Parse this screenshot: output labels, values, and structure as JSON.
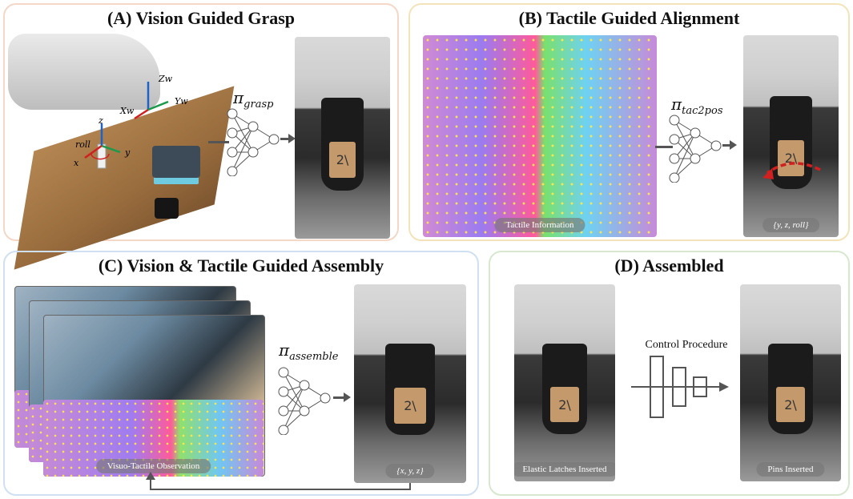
{
  "panels": {
    "a": {
      "title": "(A) Vision Guided Grasp",
      "border_color": "#f4d7c6"
    },
    "b": {
      "title": "(B) Tactile Guided Alignment",
      "border_color": "#f3e3b9"
    },
    "c": {
      "title": "(C) Vision & Tactile Guided Assembly",
      "border_color": "#cfe0f2"
    },
    "d": {
      "title": "(D) Assembled",
      "border_color": "#d7e8cf"
    }
  },
  "policies": {
    "grasp": {
      "symbol": "π",
      "subscript": "grasp"
    },
    "tac2pos": {
      "symbol": "π",
      "subscript": "tac2pos"
    },
    "assemble": {
      "symbol": "π",
      "subscript": "assemble"
    }
  },
  "captions": {
    "tactile_information": "Tactile Information",
    "yzroll": "{y, z, roll}",
    "visuo_tactile": "Visuo-Tactile Observation",
    "xyz": "{x, y, z}",
    "elastic": "Elastic Latches Inserted",
    "pins": "Pins Inserted"
  },
  "axes_labels": {
    "zw": "Zw",
    "yw": "Yw",
    "xw": "Xw",
    "z": "z",
    "y": "y",
    "x": "x",
    "roll": "roll"
  },
  "control_procedure": "Control Procedure",
  "card_mark": "2\\",
  "colors": {
    "arrow": "#555555",
    "roll_arrow": "#d02020",
    "axis_red": "#d02020",
    "axis_green": "#1a9a4a",
    "axis_blue": "#1f62c4"
  }
}
